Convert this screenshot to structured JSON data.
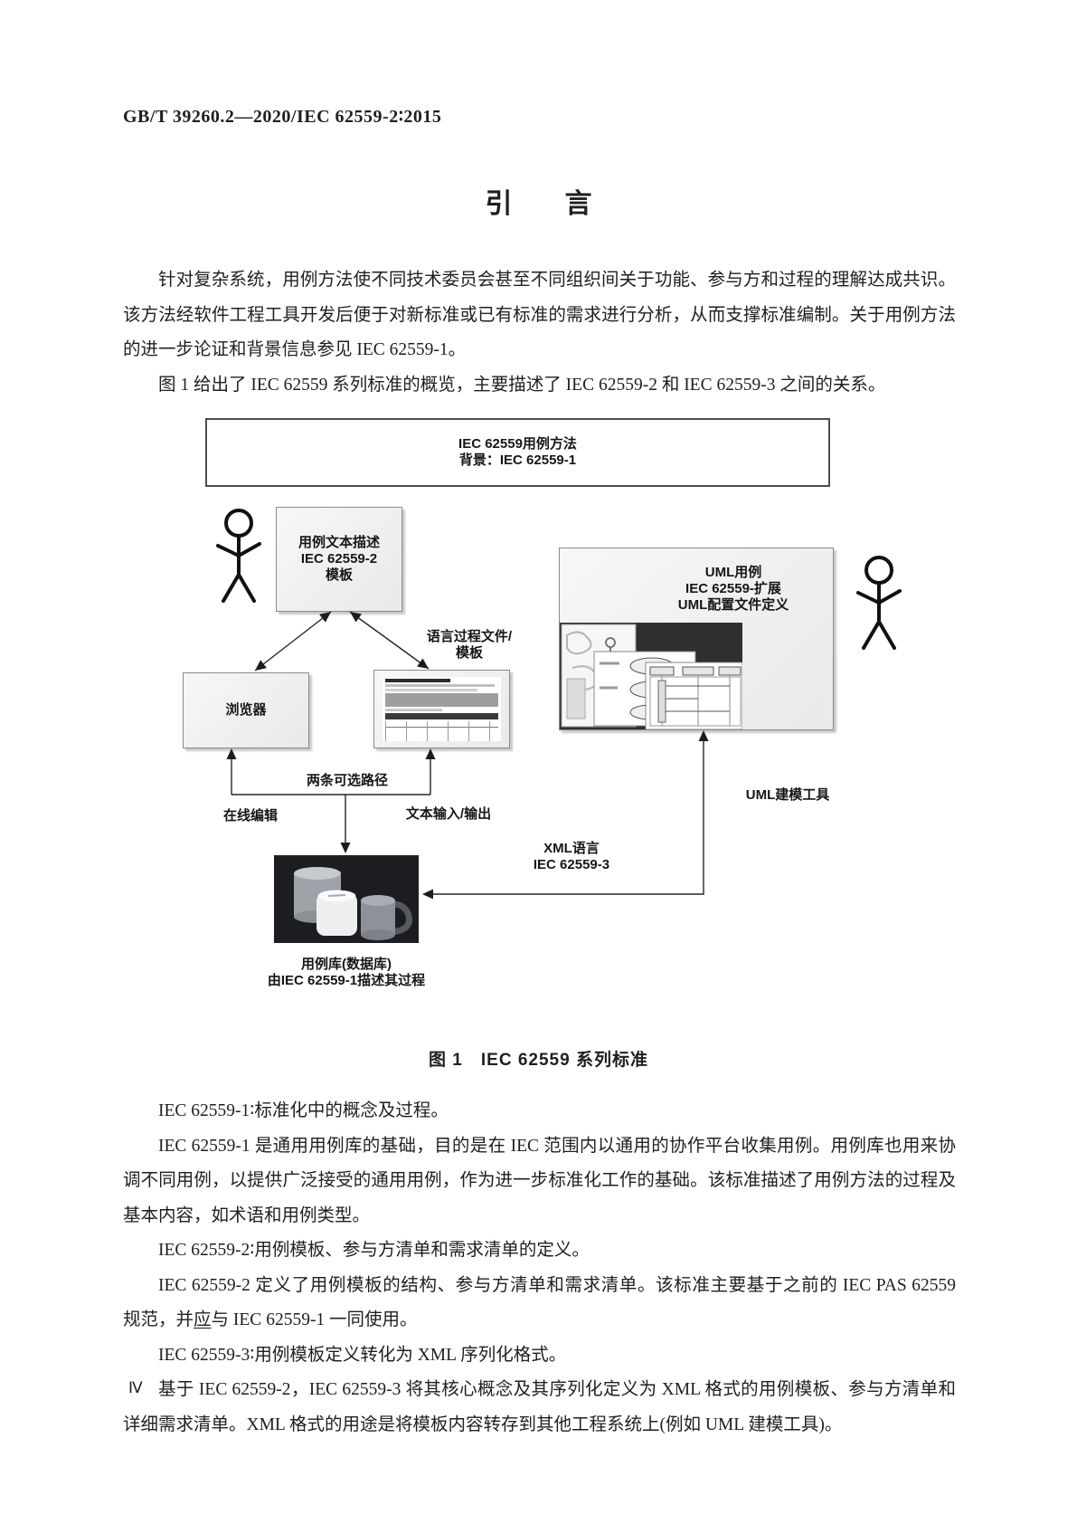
{
  "header": {
    "standard_code": "GB/T 39260.2—2020/IEC 62559-2∶2015"
  },
  "title": {
    "char1": "引",
    "char2": "言"
  },
  "intro": {
    "p1": "针对复杂系统，用例方法使不同技术委员会甚至不同组织间关于功能、参与方和过程的理解达成共识。该方法经软件工程工具开发后便于对新标准或已有标准的需求进行分析，从而支撑标准编制。关于用例方法的进一步论证和背景信息参见 IEC 62559-1。",
    "p2": "图 1 给出了 IEC 62559 系列标准的概览，主要描述了 IEC 62559-2 和 IEC 62559-3 之间的关系。"
  },
  "figure": {
    "caption": "图 1　IEC 62559 系列标准",
    "top_box": {
      "line1": "IEC 62559用例方法",
      "line2": "背景：IEC 62559-1"
    },
    "template_box": {
      "line1": "用例文本描述",
      "line2": "IEC 62559-2",
      "line3": "模板"
    },
    "uml_box": {
      "line1": "UML用例",
      "line2": "IEC 62559-扩展",
      "line3": "UML配置文件定义"
    },
    "browser_box": {
      "label": "浏览器"
    },
    "labels": {
      "lang_file_line1": "语言过程文件/",
      "lang_file_line2": "模板",
      "two_paths": "两条可选路径",
      "online_edit": "在线编辑",
      "text_io": "文本输入/输出",
      "uml_tool": "UML建模工具",
      "xml_line1": "XML语言",
      "xml_line2": "IEC 62559-3",
      "db_line1": "用例库(数据库)",
      "db_line2": "由IEC 62559-1描述其过程"
    }
  },
  "body": {
    "p3": "IEC 62559-1∶标准化中的概念及过程。",
    "p4": "IEC 62559-1 是通用用例库的基础，目的是在 IEC 范围内以通用的协作平台收集用例。用例库也用来协调不同用例，以提供广泛接受的通用用例，作为进一步标准化工作的基础。该标准描述了用例方法的过程及基本内容，如术语和用例类型。",
    "p5": "IEC 62559-2∶用例模板、参与方清单和需求清单的定义。",
    "p6_before": "IEC 62559-2 定义了用例模板的结构、参与方清单和需求清单。该标准主要基于之前的 IEC PAS 62559 规范，并",
    "p6_underlined": "应",
    "p6_after": "与 IEC 62559-1 一同使用。",
    "p7": "IEC 62559-3∶用例模板定义转化为 XML 序列化格式。",
    "p8": "基于 IEC 62559-2，IEC 62559-3 将其核心概念及其序列化定义为 XML 格式的用例模板、参与方清单和详细需求清单。XML 格式的用途是将模板内容转存到其他工程系统上(例如 UML 建模工具)。"
  },
  "footer": {
    "page_number": "Ⅳ"
  },
  "colors": {
    "ink": "#1f1f1f",
    "box_border": "#8a8a8a",
    "box_fill": "#f3f3f3",
    "box_shadow": "#c9c9c9",
    "diagram_line": "#262626",
    "db_background": "#1c1d21"
  }
}
